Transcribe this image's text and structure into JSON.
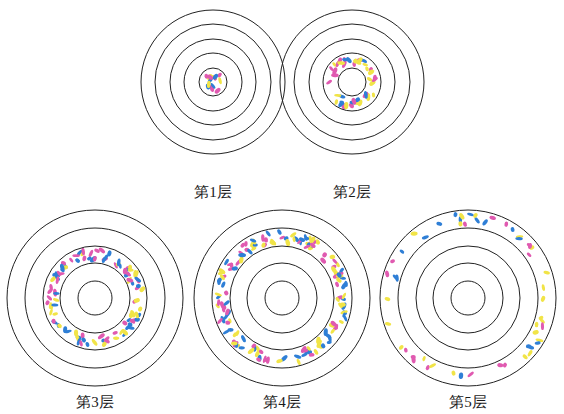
{
  "diagram": {
    "labels": [
      "第1层",
      "第2层",
      "第3层",
      "第4层",
      "第5层"
    ]
  }
}
